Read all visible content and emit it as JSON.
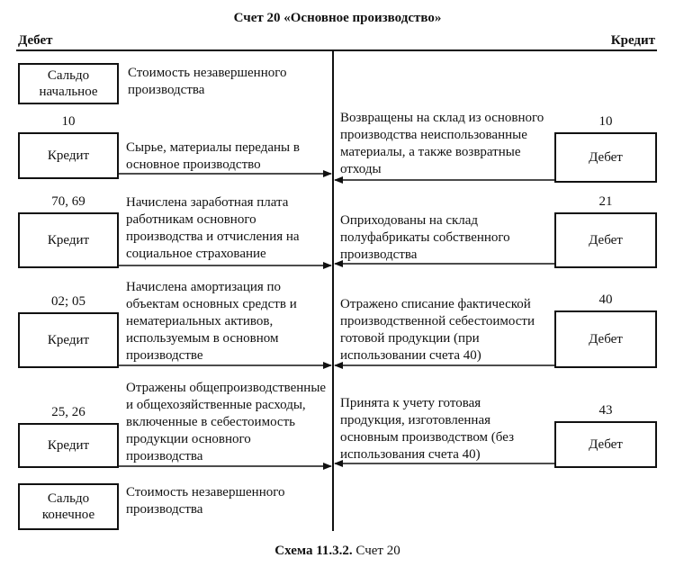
{
  "title": "Счет 20 «Основное производство»",
  "debit_header": "Дебет",
  "credit_header": "Кредит",
  "debit": {
    "opening_box": "Сальдо начальное",
    "opening_text": "Стоимость незавершенного производства",
    "rows": [
      {
        "account": "10",
        "box": "Кредит",
        "text": "Сырье, материалы переданы в основное производство"
      },
      {
        "account": "70, 69",
        "box": "Кредит",
        "text": "Начислена заработная плата работникам основного производства и отчисления на социальное страхование"
      },
      {
        "account": "02; 05",
        "box": "Кредит",
        "text": "Начислена амортизация по объектам основных средств и нематериальных активов, используемым в основном производстве"
      },
      {
        "account": "25, 26",
        "box": "Кредит",
        "text": "Отражены общепроизводственные и общехозяйственные расходы, включенные в себестоимость продукции основного производства"
      }
    ],
    "closing_box": "Сальдо конечное",
    "closing_text": "Стоимость незавершенного производства"
  },
  "credit": {
    "rows": [
      {
        "account": "10",
        "box": "Дебет",
        "text": "Возвращены на склад из основного производства неиспользованные материалы, а также возвратные отходы"
      },
      {
        "account": "21",
        "box": "Дебет",
        "text": "Оприходованы на склад полуфабрикаты собственного производства"
      },
      {
        "account": "40",
        "box": "Дебет",
        "text": "Отражено списание фактической производственной себестоимости готовой продукции (при использовании счета 40)"
      },
      {
        "account": "43",
        "box": "Дебет",
        "text": "Принята к учету готовая продукция, изготовленная основным производством (без использования счета 40)"
      }
    ]
  },
  "caption_bold": "Схема 11.3.2.",
  "caption_text": "Счет 20"
}
